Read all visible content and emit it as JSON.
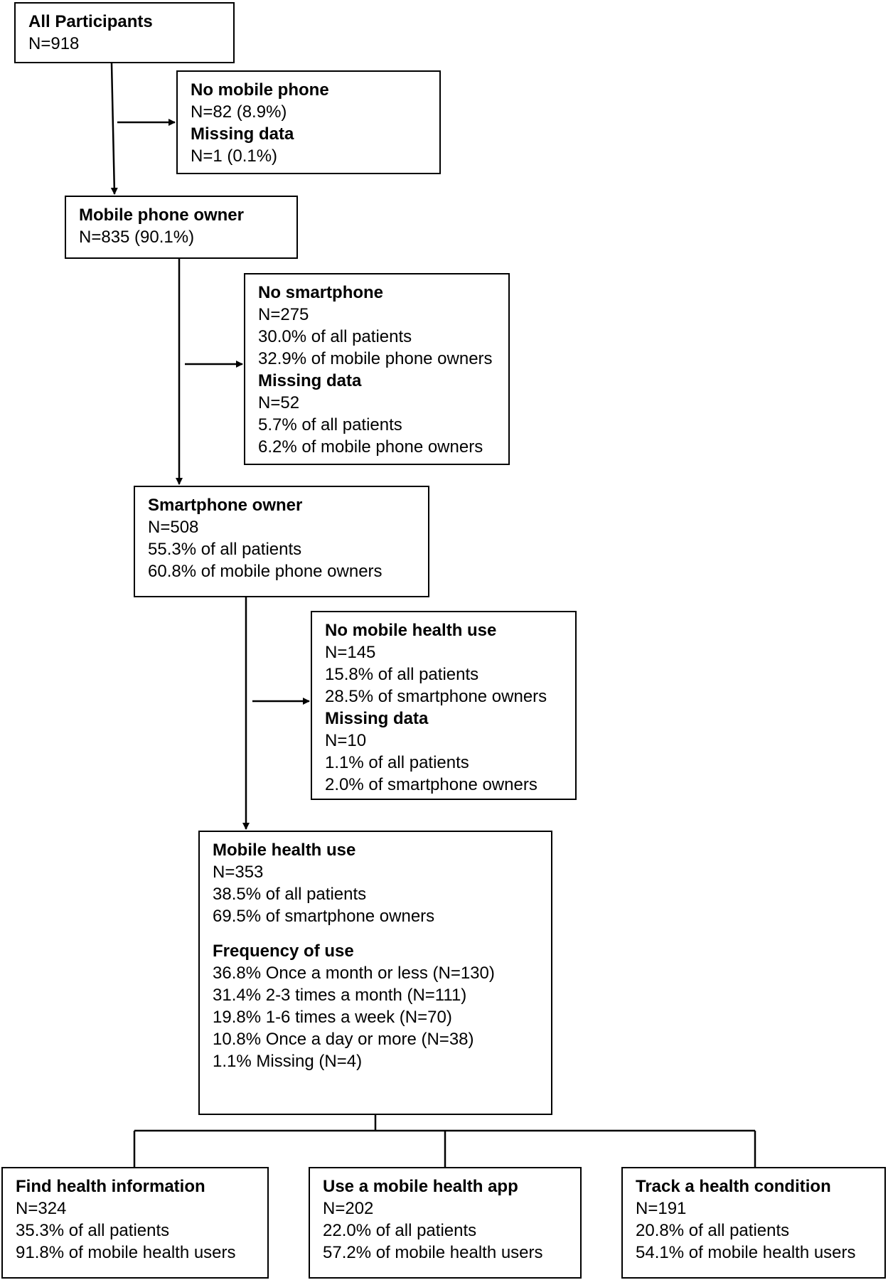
{
  "all_participants": {
    "title": "All Participants",
    "lines": [
      "N=918"
    ]
  },
  "no_mobile_phone": {
    "title": "No mobile phone",
    "lines": [
      "N=82 (8.9%)"
    ],
    "missing_title": "Missing data",
    "missing_lines": [
      "N=1 (0.1%)"
    ]
  },
  "mobile_phone_owner": {
    "title": "Mobile phone owner",
    "lines": [
      "N=835 (90.1%)"
    ]
  },
  "no_smartphone": {
    "title": "No smartphone",
    "lines": [
      "N=275",
      "30.0% of all patients",
      "32.9% of mobile phone owners"
    ],
    "missing_title": "Missing data",
    "missing_lines": [
      "N=52",
      "5.7% of all patients",
      "6.2% of mobile phone owners"
    ]
  },
  "smartphone_owner": {
    "title": "Smartphone owner",
    "lines": [
      "N=508",
      "55.3% of all patients",
      "60.8% of mobile phone owners"
    ]
  },
  "no_mobile_health_use": {
    "title": "No mobile health use",
    "lines": [
      "N=145",
      "15.8% of all patients",
      "28.5% of smartphone owners"
    ],
    "missing_title": "Missing data",
    "missing_lines": [
      "N=10",
      "1.1% of all patients",
      "2.0% of smartphone owners"
    ]
  },
  "mobile_health_use": {
    "title": "Mobile health use",
    "lines": [
      "N=353",
      "38.5% of all patients",
      "69.5% of smartphone owners"
    ],
    "frequency_title": "Frequency of use",
    "frequency_lines": [
      "36.8% Once a month or less (N=130)",
      "31.4% 2-3 times a month (N=111)",
      "19.8% 1-6 times a week (N=70)",
      "10.8% Once a day or more (N=38)",
      "1.1% Missing (N=4)"
    ]
  },
  "find_health_information": {
    "title": "Find health information",
    "lines": [
      "N=324",
      "35.3% of all patients",
      "91.8% of mobile health users"
    ]
  },
  "use_mobile_health_app": {
    "title": "Use a mobile health app",
    "lines": [
      "N=202",
      "22.0% of all patients",
      "57.2% of mobile health users"
    ]
  },
  "track_health_condition": {
    "title": "Track a health condition",
    "lines": [
      "N=191",
      "20.8% of all patients",
      "54.1% of mobile health users"
    ]
  }
}
